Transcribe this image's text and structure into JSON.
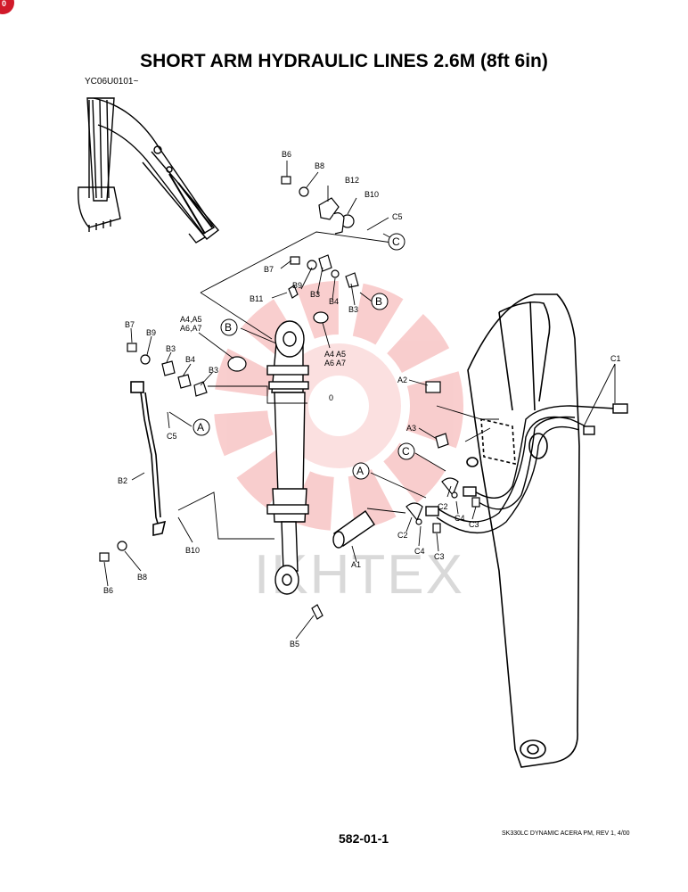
{
  "badge": {
    "text": "0"
  },
  "header": {
    "title": "SHORT ARM HYDRAULIC LINES 2.6M (8ft 6in)",
    "serial": "YC06U0101~"
  },
  "watermark": {
    "text": "IKHTEX"
  },
  "diagram": {
    "callouts": {
      "b6_top": "B6",
      "b8_top": "B8",
      "b12": "B12",
      "b10_top": "B10",
      "c5_top": "C5",
      "b7_mid": "B7",
      "b9_mid": "B9",
      "b3_mid": "B3",
      "b4_mid": "B4",
      "b3_mid2": "B3",
      "b11": "B11",
      "a4_l1": "A4,A5",
      "a4_l2": "A6,A7",
      "a4r_l1": "A4 A5",
      "a4r_l2": "A6 A7",
      "b7_left": "B7",
      "b9_left": "B9",
      "b3_left": "B3",
      "b4_left": "B4",
      "b3_left2": "B3",
      "c5_left": "C5",
      "b2": "B2",
      "b6_bottom": "B6",
      "b8_bottom": "B8",
      "b10_bottom": "B10",
      "b5": "B5",
      "a2": "A2",
      "a3": "A3",
      "a1": "A1",
      "c1": "C1",
      "c2_a": "C2",
      "c4_a": "C4",
      "c3_a": "C3",
      "c2_b": "C2",
      "c4_b": "C4",
      "c3_b": "C3",
      "zero": "0"
    },
    "refs": {
      "c_top": "C",
      "b_mid": "B",
      "b_left": "B",
      "a_left": "A",
      "c_right": "C",
      "a_right": "A"
    }
  },
  "footer": {
    "page_number": "582-01-1",
    "doc_ref": "SK330LC DYNAMIC ACERA PM, REV 1, 4/00"
  }
}
